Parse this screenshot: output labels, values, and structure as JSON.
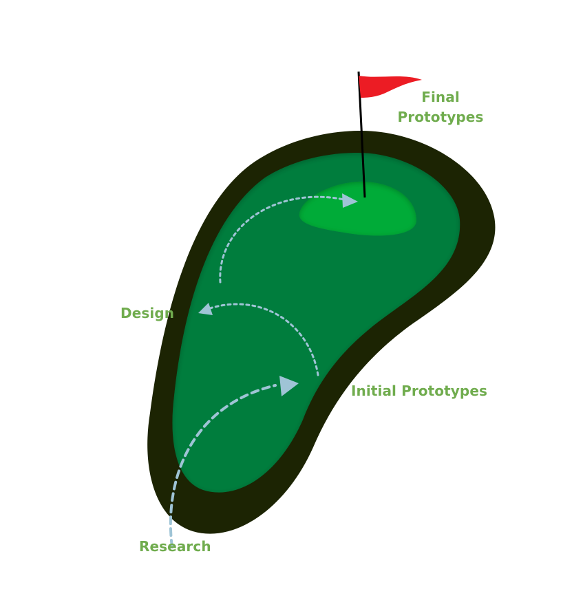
{
  "stages": {
    "final": {
      "line1": "Final",
      "line2": "Prototypes"
    },
    "design": "Design",
    "initial": "Initial Prototypes",
    "research": "Research"
  },
  "colors": {
    "label_text": "#70ac4e",
    "rough": "#1c2403",
    "fairway": "#057d3d",
    "green": "#02ab37",
    "flag": "#ec1c24",
    "flagpole": "#000000",
    "path_arrow": "#9fc4d6"
  }
}
